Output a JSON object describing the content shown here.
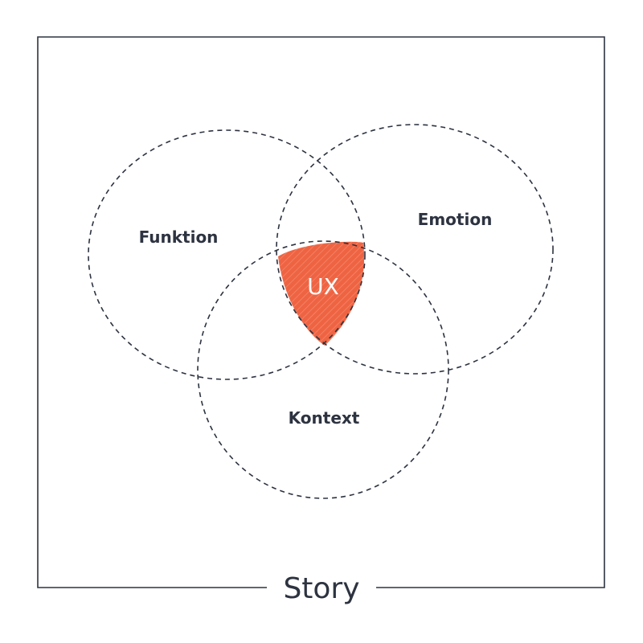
{
  "diagram": {
    "frame_label": "Story",
    "sets": {
      "funktion": "Funktion",
      "emotion": "Emotion",
      "kontext": "Kontext"
    },
    "intersection_label": "UX"
  },
  "colors": {
    "ink": "#2d3340",
    "accent": "#ee6443",
    "accent_hatch": "#f58a6e",
    "background": "#ffffff"
  }
}
